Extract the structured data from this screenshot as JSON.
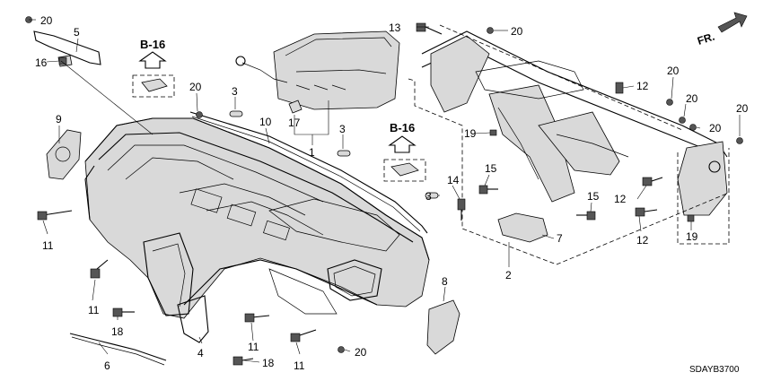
{
  "diagram": {
    "diagram_code": "SDAYB3700",
    "direction_label": "FR.",
    "reference_labels": [
      "B-16",
      "B-16"
    ],
    "callouts": [
      "20",
      "5",
      "16",
      "20",
      "3",
      "10",
      "17",
      "1",
      "3",
      "9",
      "11",
      "11",
      "18",
      "6",
      "4",
      "11",
      "18",
      "11",
      "20",
      "8",
      "13",
      "20",
      "20",
      "12",
      "20",
      "20",
      "20",
      "19",
      "14",
      "15",
      "15",
      "12",
      "12",
      "19",
      "3",
      "7",
      "2"
    ]
  }
}
